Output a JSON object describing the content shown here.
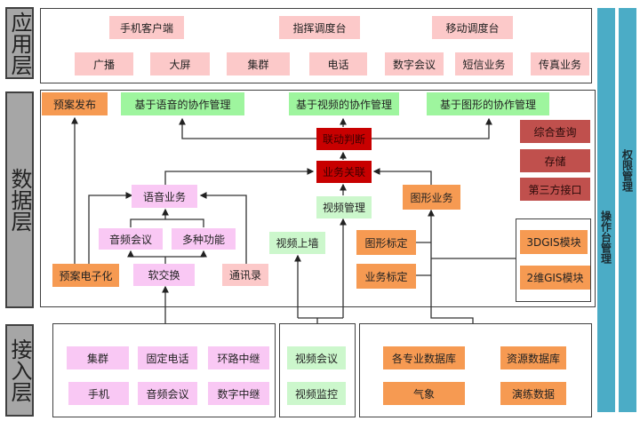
{
  "layers": {
    "application": {
      "label": "应用层"
    },
    "data": {
      "label": "数据层"
    },
    "access": {
      "label": "接入层"
    }
  },
  "application": {
    "row1": [
      "手机客户端",
      "指挥调度台",
      "移动调度台"
    ],
    "row2": [
      "广播",
      "大屏",
      "集群",
      "电话",
      "数字会议",
      "短信业务",
      "传真业务"
    ]
  },
  "data_layer": {
    "plan_publish": "预案发布",
    "voice_collab": "基于语音的协作管理",
    "video_collab": "基于视频的协作管理",
    "graphic_collab": "基于图形的协作管理",
    "linkage_judgment": "联动判断",
    "business_association": "业务关联",
    "voice_service": "语音业务",
    "audio_conference": "音频会议",
    "multi_function": "多种功能",
    "plan_digitization": "预案电子化",
    "softswitch": "软交换",
    "address_book": "通讯录",
    "video_management": "视频管理",
    "video_wall": "视频上墙",
    "graphic_service": "图形业务",
    "graphic_calibration": "图形标定",
    "business_calibration": "业务标定",
    "gis_3d": "3DGIS模块",
    "gis_2d": "2维GIS模块",
    "comprehensive_query": "综合查询",
    "storage": "存储",
    "third_party_interface": "第三方接口"
  },
  "access_layer": {
    "voice_group": [
      "集群",
      "固定电话",
      "环路中继",
      "手机",
      "音频会议",
      "数字中继"
    ],
    "video_group": [
      "视频会议",
      "视频监控"
    ],
    "data_group": [
      "各专业数据库",
      "资源数据库",
      "气象",
      "演练数据"
    ]
  },
  "sidebars": {
    "console_management": "操作台管理",
    "permission_management": "权限管理"
  },
  "colors": {
    "layer_label_bg": "#a6a6a6",
    "app_box": "#fcc9c9",
    "voice_box": "#f9c8f4",
    "collab_green": "#9ef59e",
    "video_lightgreen": "#ccf7cc",
    "orange": "#f69a52",
    "red": "#c80000",
    "brick": "#c0504d",
    "sidebar_teal": "#4bacc6"
  }
}
